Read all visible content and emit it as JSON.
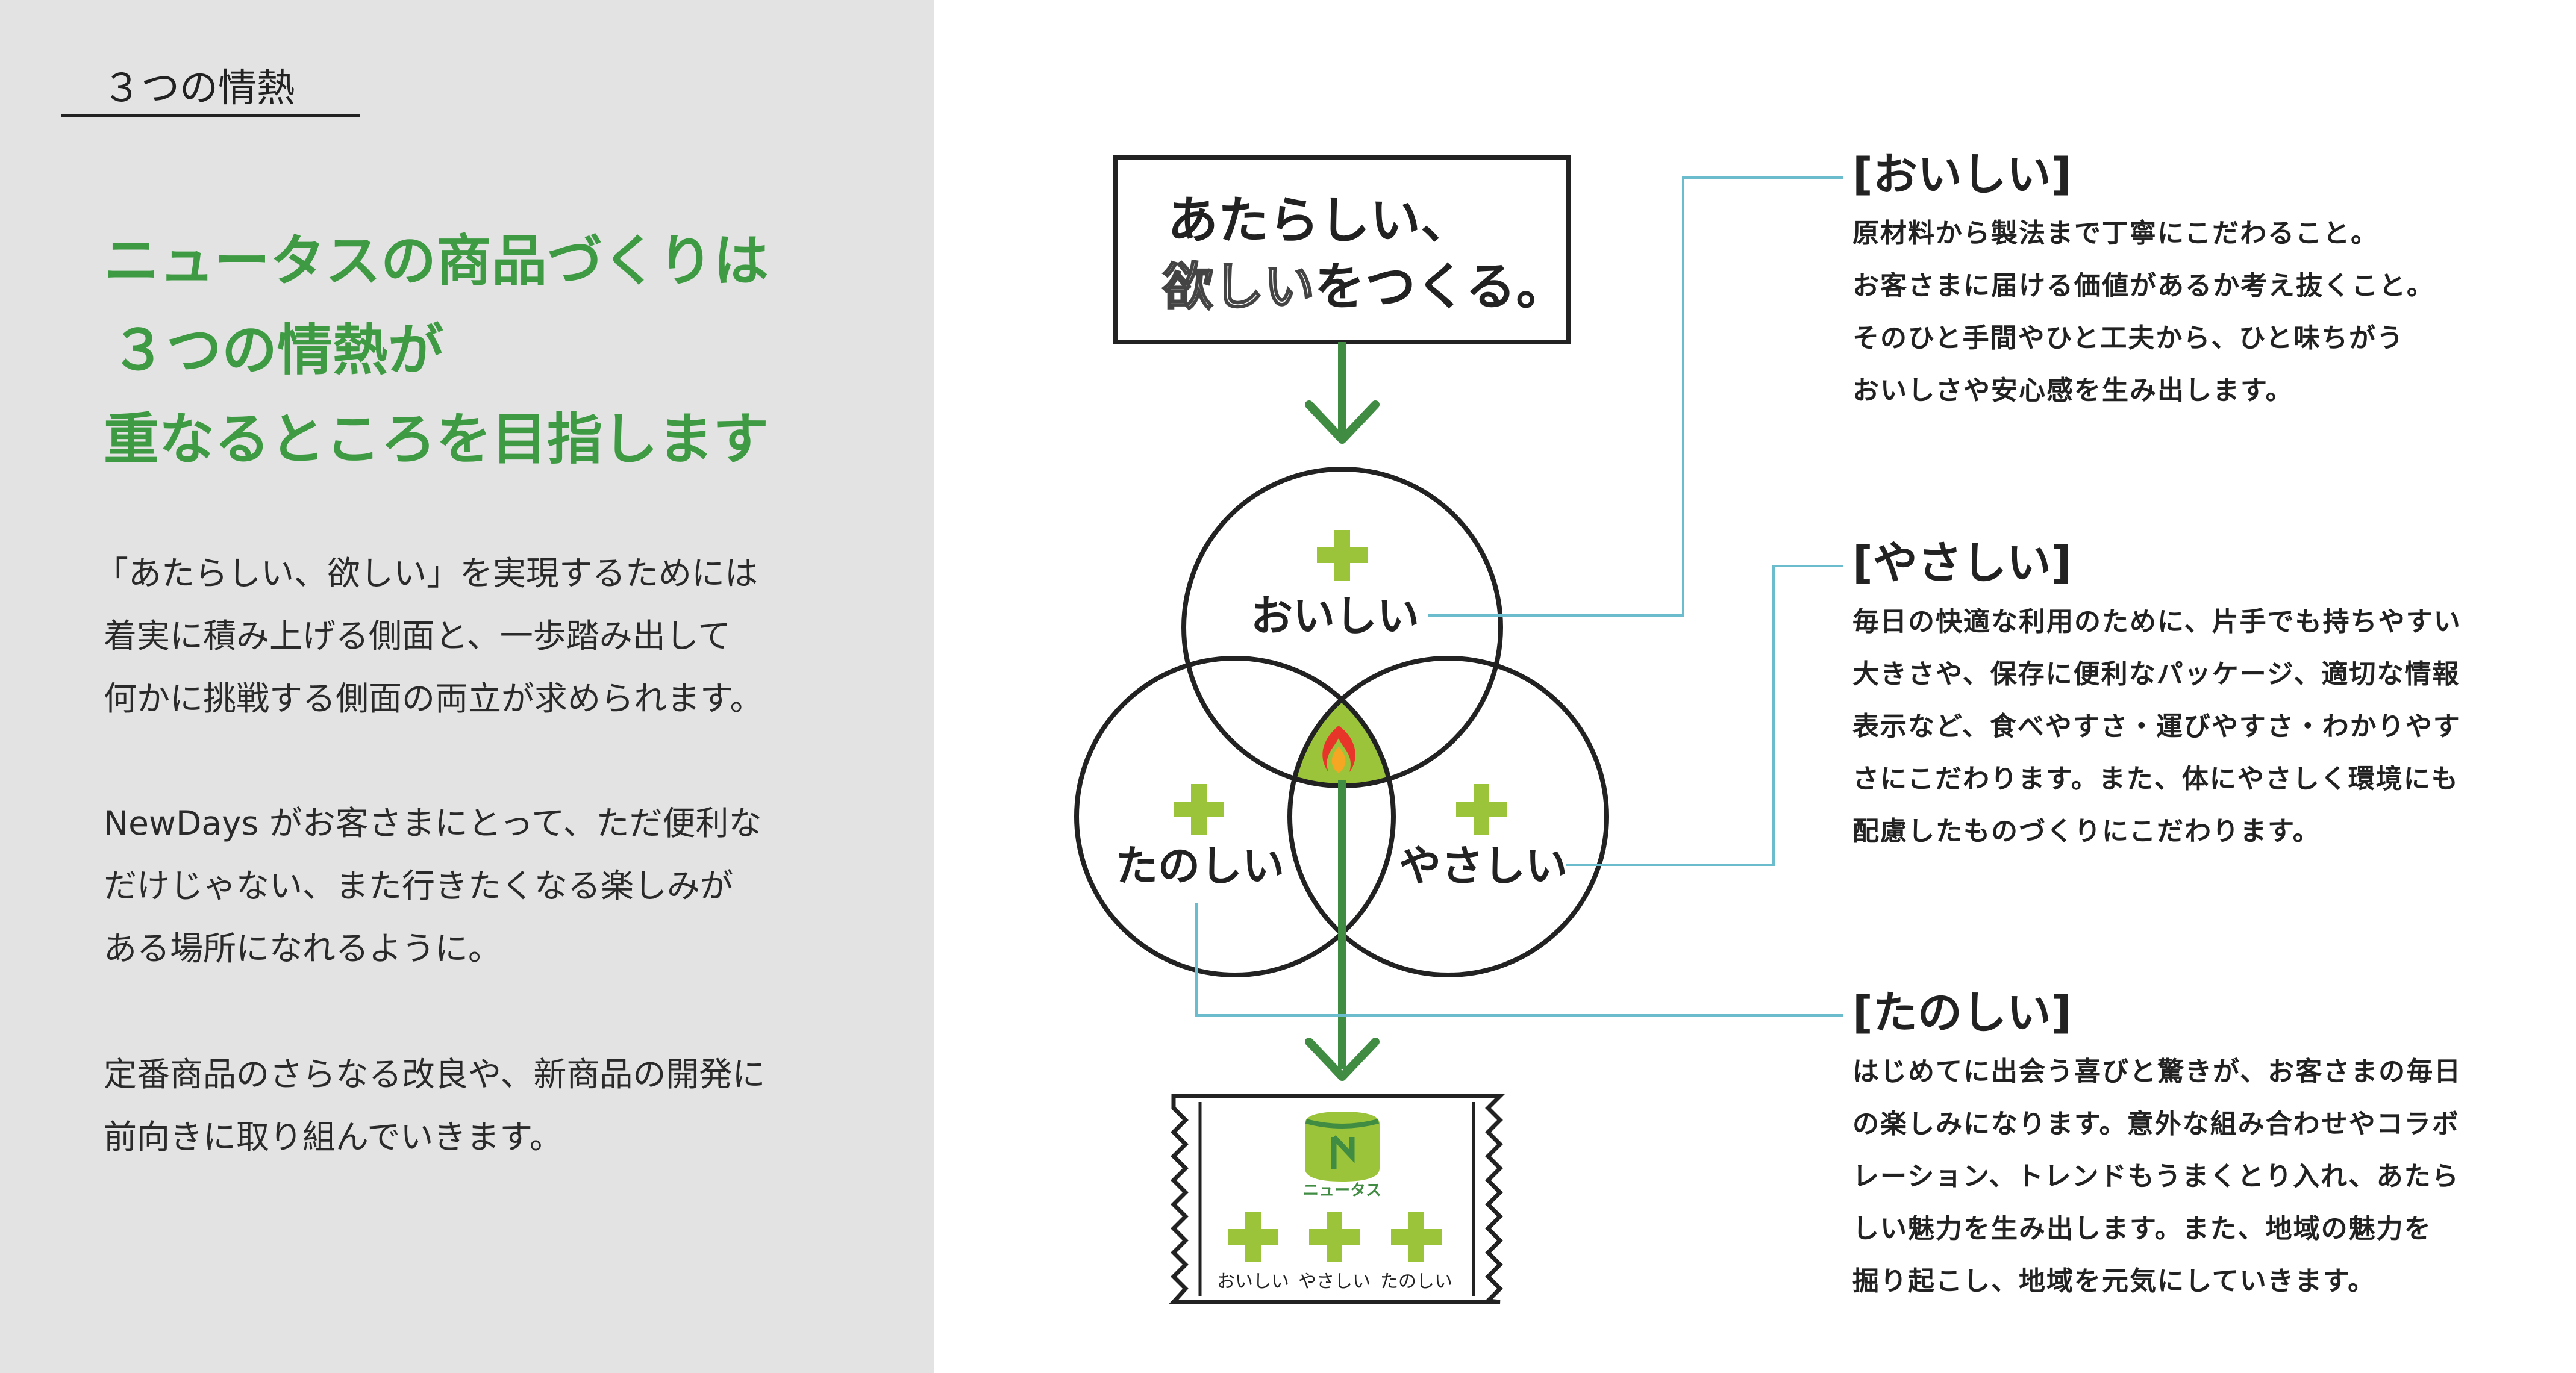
{
  "section": {
    "label": "３つの情熱"
  },
  "headline": {
    "lines": [
      "ニュータスの商品づくりは",
      "３つの情熱が",
      "重なるところを目指します"
    ]
  },
  "paragraphs": [
    [
      "「あたらしい、欲しい」を実現するためには",
      "着実に積み上げる側面と、一歩踏み出して",
      "何かに挑戦する側面の両立が求められます。"
    ],
    [
      "NewDays がお客さまにとって、ただ便利な",
      "だけじゃない、また行きたくなる楽しみが",
      "ある場所になれるように。"
    ],
    [
      "定番商品のさらなる改良や、新商品の開発に",
      "前向きに取り組んでいきます。"
    ]
  ],
  "diagram": {
    "slogan_line1": "あたらしい、",
    "slogan_line2_hollow": "欲しい",
    "slogan_line2_rest": "をつくる。",
    "circles": {
      "top": "おいしい",
      "left": "たのしい",
      "right": "やさしい"
    },
    "package": {
      "brand": "ニュータス",
      "labels": [
        "おいしい",
        "やさしい",
        "たのしい"
      ]
    },
    "colors": {
      "green": "#3f8c42",
      "lime": "#9bc43a",
      "leader": "#6bbccc"
    }
  },
  "descriptions": {
    "oishii": {
      "title": "[おいしい]",
      "lines": [
        "原材料から製法まで丁寧にこだわること。",
        "お客さまに届ける価値があるか考え抜くこと。",
        "そのひと手間やひと工夫から、ひと味ちがう",
        "おいしさや安心感を生み出します。"
      ]
    },
    "yasashii": {
      "title": "[やさしい]",
      "lines": [
        "毎日の快適な利用のために、片手でも持ちやすい",
        "大きさや、保存に便利なパッケージ、適切な情報",
        "表示など、食べやすさ・運びやすさ・わかりやす",
        "さにこだわります。また、体にやさしく環境にも",
        "配慮したものづくりにこだわります。"
      ]
    },
    "tanoshii": {
      "title": "[たのしい]",
      "lines": [
        "はじめてに出会う喜びと驚きが、お客さまの毎日",
        "の楽しみになります。意外な組み合わせやコラボ",
        "レーション、トレンドもうまくとり入れ、あたら",
        "しい魅力を生み出します。また、地域の魅力を",
        "掘り起こし、地域を元気にしていきます。"
      ]
    }
  }
}
